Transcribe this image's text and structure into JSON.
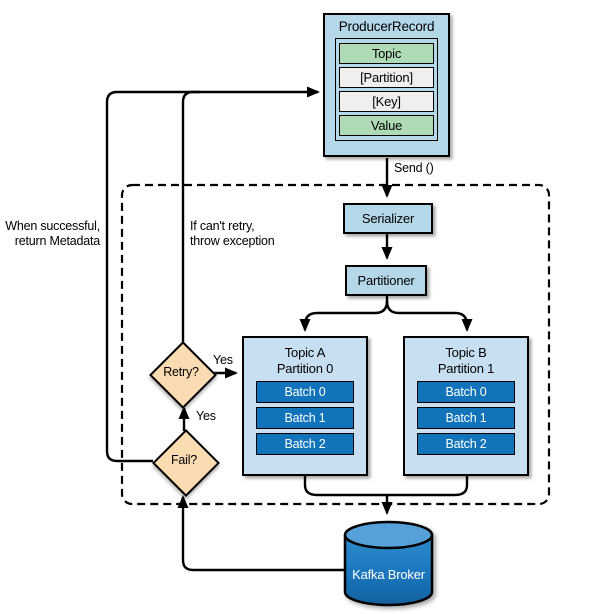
{
  "colors": {
    "box_blue": "#b5d8e9",
    "topic_blue": "#c7dff0",
    "batch_blue": "#1173b9",
    "green_row": "#aedbb6",
    "gray_row": "#efefef",
    "diamond_peach": "#fbdcb2",
    "cylinder_body": "#1b76bd",
    "cylinder_top": "#57a1d9",
    "line_black": "#000000"
  },
  "producer_record": {
    "title": "ProducerRecord",
    "fields": [
      "Topic",
      "[Partition]",
      "[Key]",
      "Value"
    ]
  },
  "pipeline": {
    "send_label": "Send ()",
    "serializer": "Serializer",
    "partitioner": "Partitioner"
  },
  "topic_a": {
    "title": "Topic A",
    "subtitle": "Partition 0",
    "batches": [
      "Batch 0",
      "Batch 1",
      "Batch 2"
    ]
  },
  "topic_b": {
    "title": "Topic B",
    "subtitle": "Partition 1",
    "batches": [
      "Batch 0",
      "Batch 1",
      "Batch 2"
    ]
  },
  "decisions": {
    "retry": "Retry?",
    "fail": "Fail?",
    "yes_retry": "Yes",
    "yes_fail": "Yes"
  },
  "annotations": {
    "success_line1": "When successful,",
    "success_line2": "return Metadata",
    "retry_note_line1": "If can't retry,",
    "retry_note_line2": "throw exception"
  },
  "broker": {
    "label": "Kafka Broker"
  }
}
